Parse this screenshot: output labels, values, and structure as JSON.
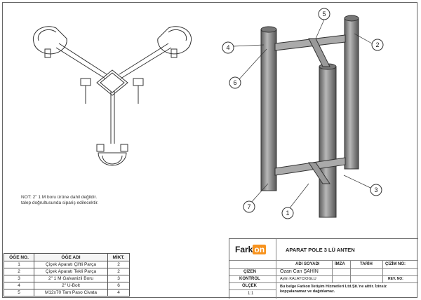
{
  "note": {
    "line1": "NOT: 2\" 1 M boru ürüne dahil değildir.",
    "line2": "talep doğrultusunda sipariş edilecektir."
  },
  "balloons": [
    "1",
    "2",
    "3",
    "4",
    "5",
    "6",
    "7"
  ],
  "bom": {
    "headers": [
      "ÖĞE NO.",
      "ÖĞE ADI",
      "MİKT."
    ],
    "rows": [
      {
        "no": "1",
        "name": "Çiçek Aparatı Çiftli Parça",
        "qty": "2"
      },
      {
        "no": "2",
        "name": "Çiçek Aparatı Tekli Parça",
        "qty": "2"
      },
      {
        "no": "3",
        "name": "2\" 1 M Galvanizli Boru",
        "qty": "3"
      },
      {
        "no": "4",
        "name": "2\" U-Bolt",
        "qty": "6"
      },
      {
        "no": "5",
        "name": "M12x70 Tam Paso Civata",
        "qty": "4"
      }
    ]
  },
  "titleblock": {
    "logo_left": "Fark",
    "logo_right": "on",
    "title": "APARAT POLE 3 LÜ ANTEN",
    "col_adi": "ADI SOYADI",
    "col_imza": "İMZA",
    "col_tarih": "TARİH",
    "col_cizim": "ÇİZİM NO:",
    "row_cizen": "ÇİZEN",
    "cizen_name": "Ozan Can ŞAHİN",
    "row_kontrol": "KONTROL",
    "kontrol_name": "Aylin KALAYCIOGLU",
    "rev": "REV. NO:",
    "row_olcek": "ÖLÇEK",
    "olcek_val": "1:1",
    "footer1": "Bu belge Farkon İletişim Hizmetleri Ltd.Şti.'ne aittir. İzinsiz",
    "footer2": "kopyalanamaz ve dağıtılamaz."
  },
  "colors": {
    "line": "#333333",
    "pole": "#8f8f8f",
    "brand_dark": "#1a1a1a",
    "brand_orange": "#f7931e"
  }
}
